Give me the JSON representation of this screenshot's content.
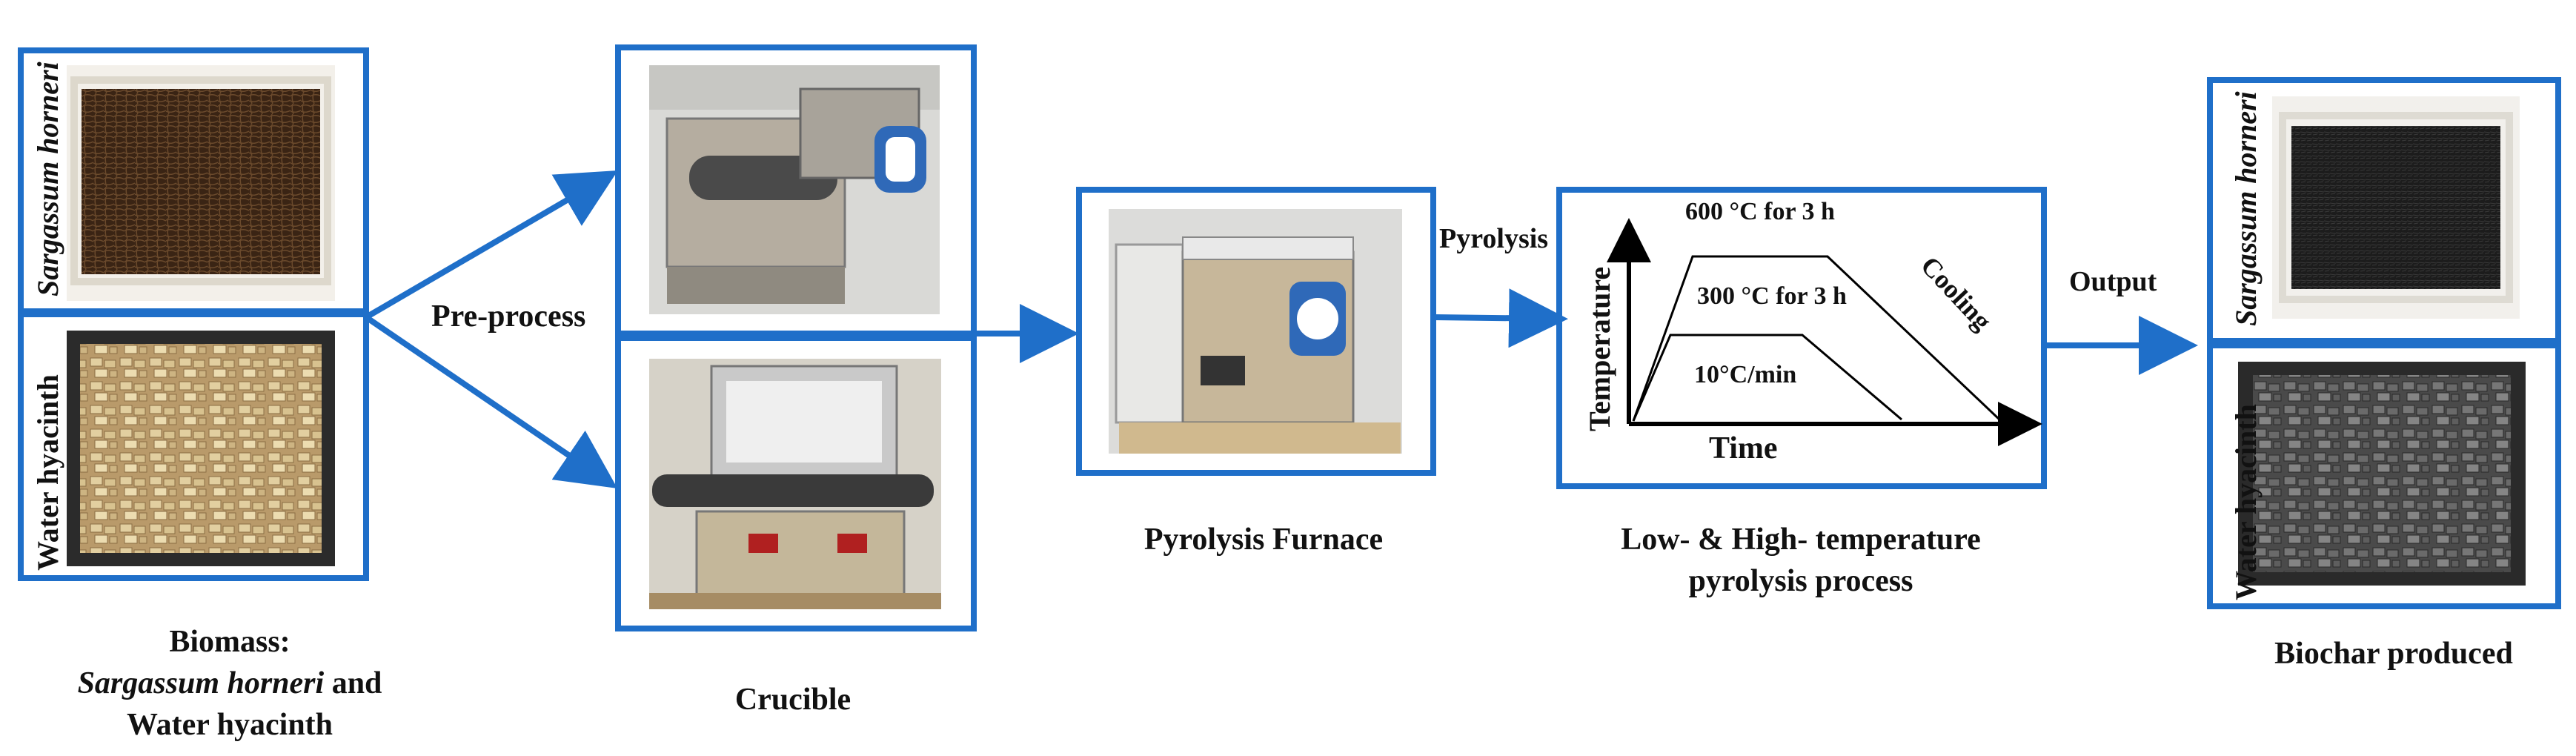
{
  "colors": {
    "accent": "#1f6fc9",
    "frame": "#1f6fc9"
  },
  "biomass": {
    "photo_labels": [
      "Sargassum horneri",
      "Water hyacinth"
    ],
    "caption_line1": "Biomass:",
    "caption_species_italic": "Sargassum horneri",
    "caption_and": " and",
    "caption_line3": "Water hyacinth"
  },
  "arrows": {
    "preprocess": "Pre-process",
    "pyrolysis": "Pyrolysis",
    "output": "Output"
  },
  "crucible": {
    "caption": "Crucible"
  },
  "furnace": {
    "caption": "Pyrolysis Furnace"
  },
  "process": {
    "caption_line1": "Low- & High- temperature",
    "caption_line2": "pyrolysis process",
    "graph": {
      "y_label": "Temperature",
      "x_label": "Time",
      "high_temp": "600 °C for 3 h",
      "low_temp": "300 °C for 3 h",
      "rate": "10°C/min",
      "cooling": "Cooling"
    }
  },
  "biochar": {
    "photo_labels": [
      "Sargassum horneri",
      "Water hyacinth"
    ],
    "caption": "Biochar produced"
  }
}
